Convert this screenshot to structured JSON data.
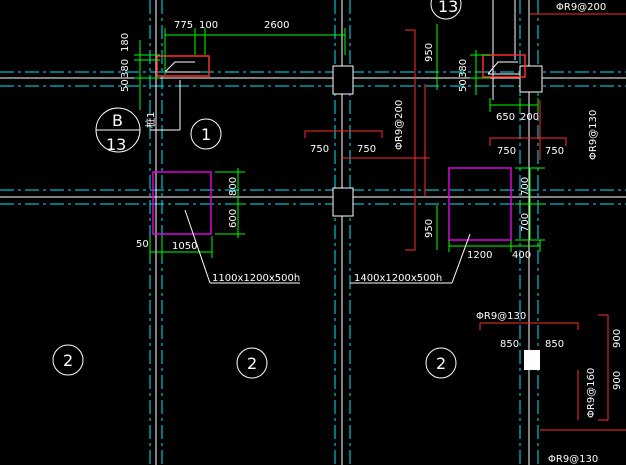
{
  "colors": {
    "background": "#000000",
    "axis_cyan": "#00e5ff",
    "dim_green": "#00ff00",
    "rebar_red": "#ff2a2a",
    "opening_magenta": "#e000e0",
    "text_white": "#ffffff"
  },
  "top_dims": {
    "d775": "775",
    "d100": "100",
    "d2600": "2600"
  },
  "left_vdims": {
    "v180": "180",
    "v380": "380",
    "v50": "50"
  },
  "axis_bubble": {
    "letter": "B",
    "number": "13"
  },
  "axis_label": "桩1",
  "bubble_1": "1",
  "opening_left": {
    "dim_800": "800",
    "dim_600": "600",
    "dim_50": "50",
    "dim_1050": "1050",
    "callout": "1100x1200x500h"
  },
  "center_rebar": {
    "left_750": "750",
    "right_750": "750",
    "vertical_spec": "ΦR9@200",
    "dim_950_top": "950",
    "dim_950_bottom": "950",
    "callout": "1400x1200x500h"
  },
  "right_upper": {
    "vdim_380": "380",
    "vdim_50": "50",
    "dim_650": "650",
    "dim_200": "200",
    "spec_130": "ΦR9@130",
    "spec_top": "ΦR9@200",
    "bubble_top": "13",
    "d750a": "750",
    "d750b": "750"
  },
  "opening_right": {
    "dim_1200": "1200",
    "dim_400": "400",
    "dim_700a": "700",
    "dim_700b": "700"
  },
  "lower_right": {
    "spec_130": "ΦR9@130",
    "dim_850a": "850",
    "dim_850b": "850",
    "spec_160": "ΦR9@160",
    "dim_900a": "900",
    "dim_900b": "900",
    "spec_bottom": "ΦR9@130"
  },
  "bubbles_2": [
    "2",
    "2",
    "2"
  ]
}
